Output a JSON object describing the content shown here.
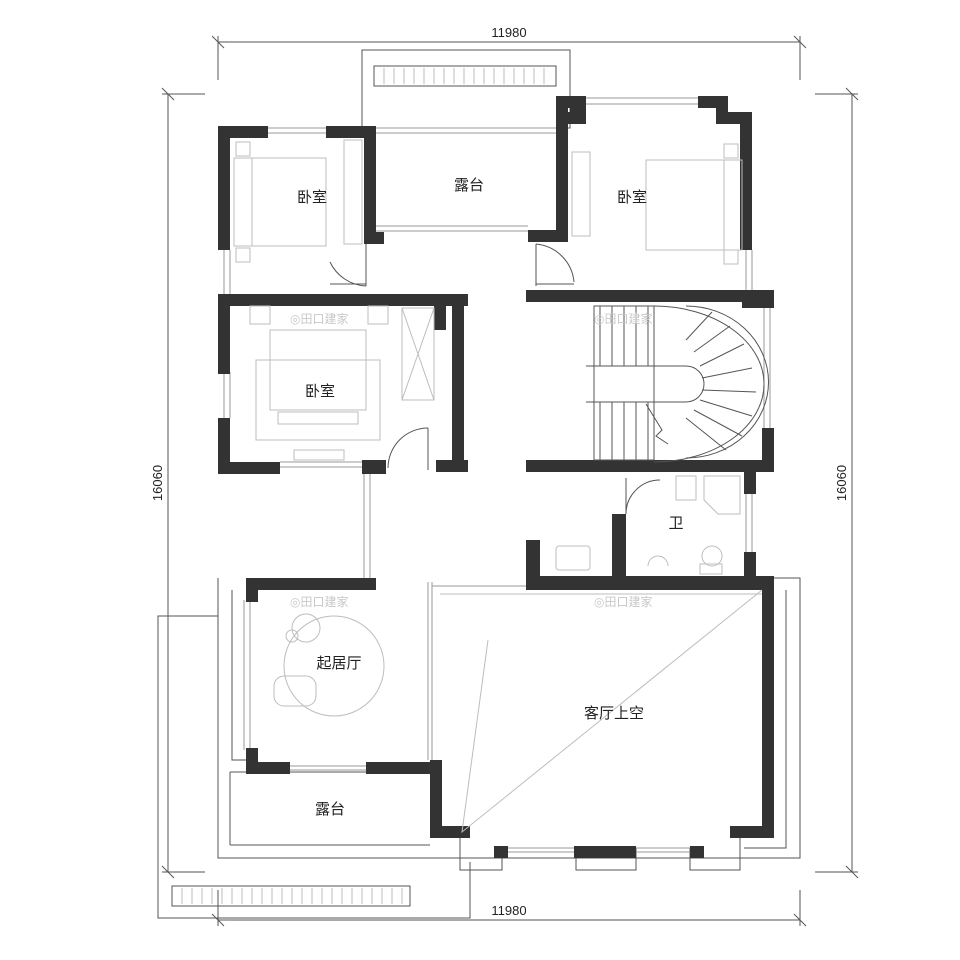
{
  "dimensions": {
    "top_width": "11980",
    "bottom_width": "11980",
    "left_height": "16060",
    "right_height": "16060"
  },
  "rooms": {
    "bedroom_top_left": "卧室",
    "terrace_top": "露台",
    "bedroom_top_right": "卧室",
    "bedroom_middle": "卧室",
    "bathroom": "卫",
    "lounge": "起居厅",
    "living_void": "客厅上空",
    "terrace_bottom": "露台"
  },
  "colors": {
    "wall": "#333333",
    "line": "#555555",
    "furniture": "#bdbdbd"
  }
}
